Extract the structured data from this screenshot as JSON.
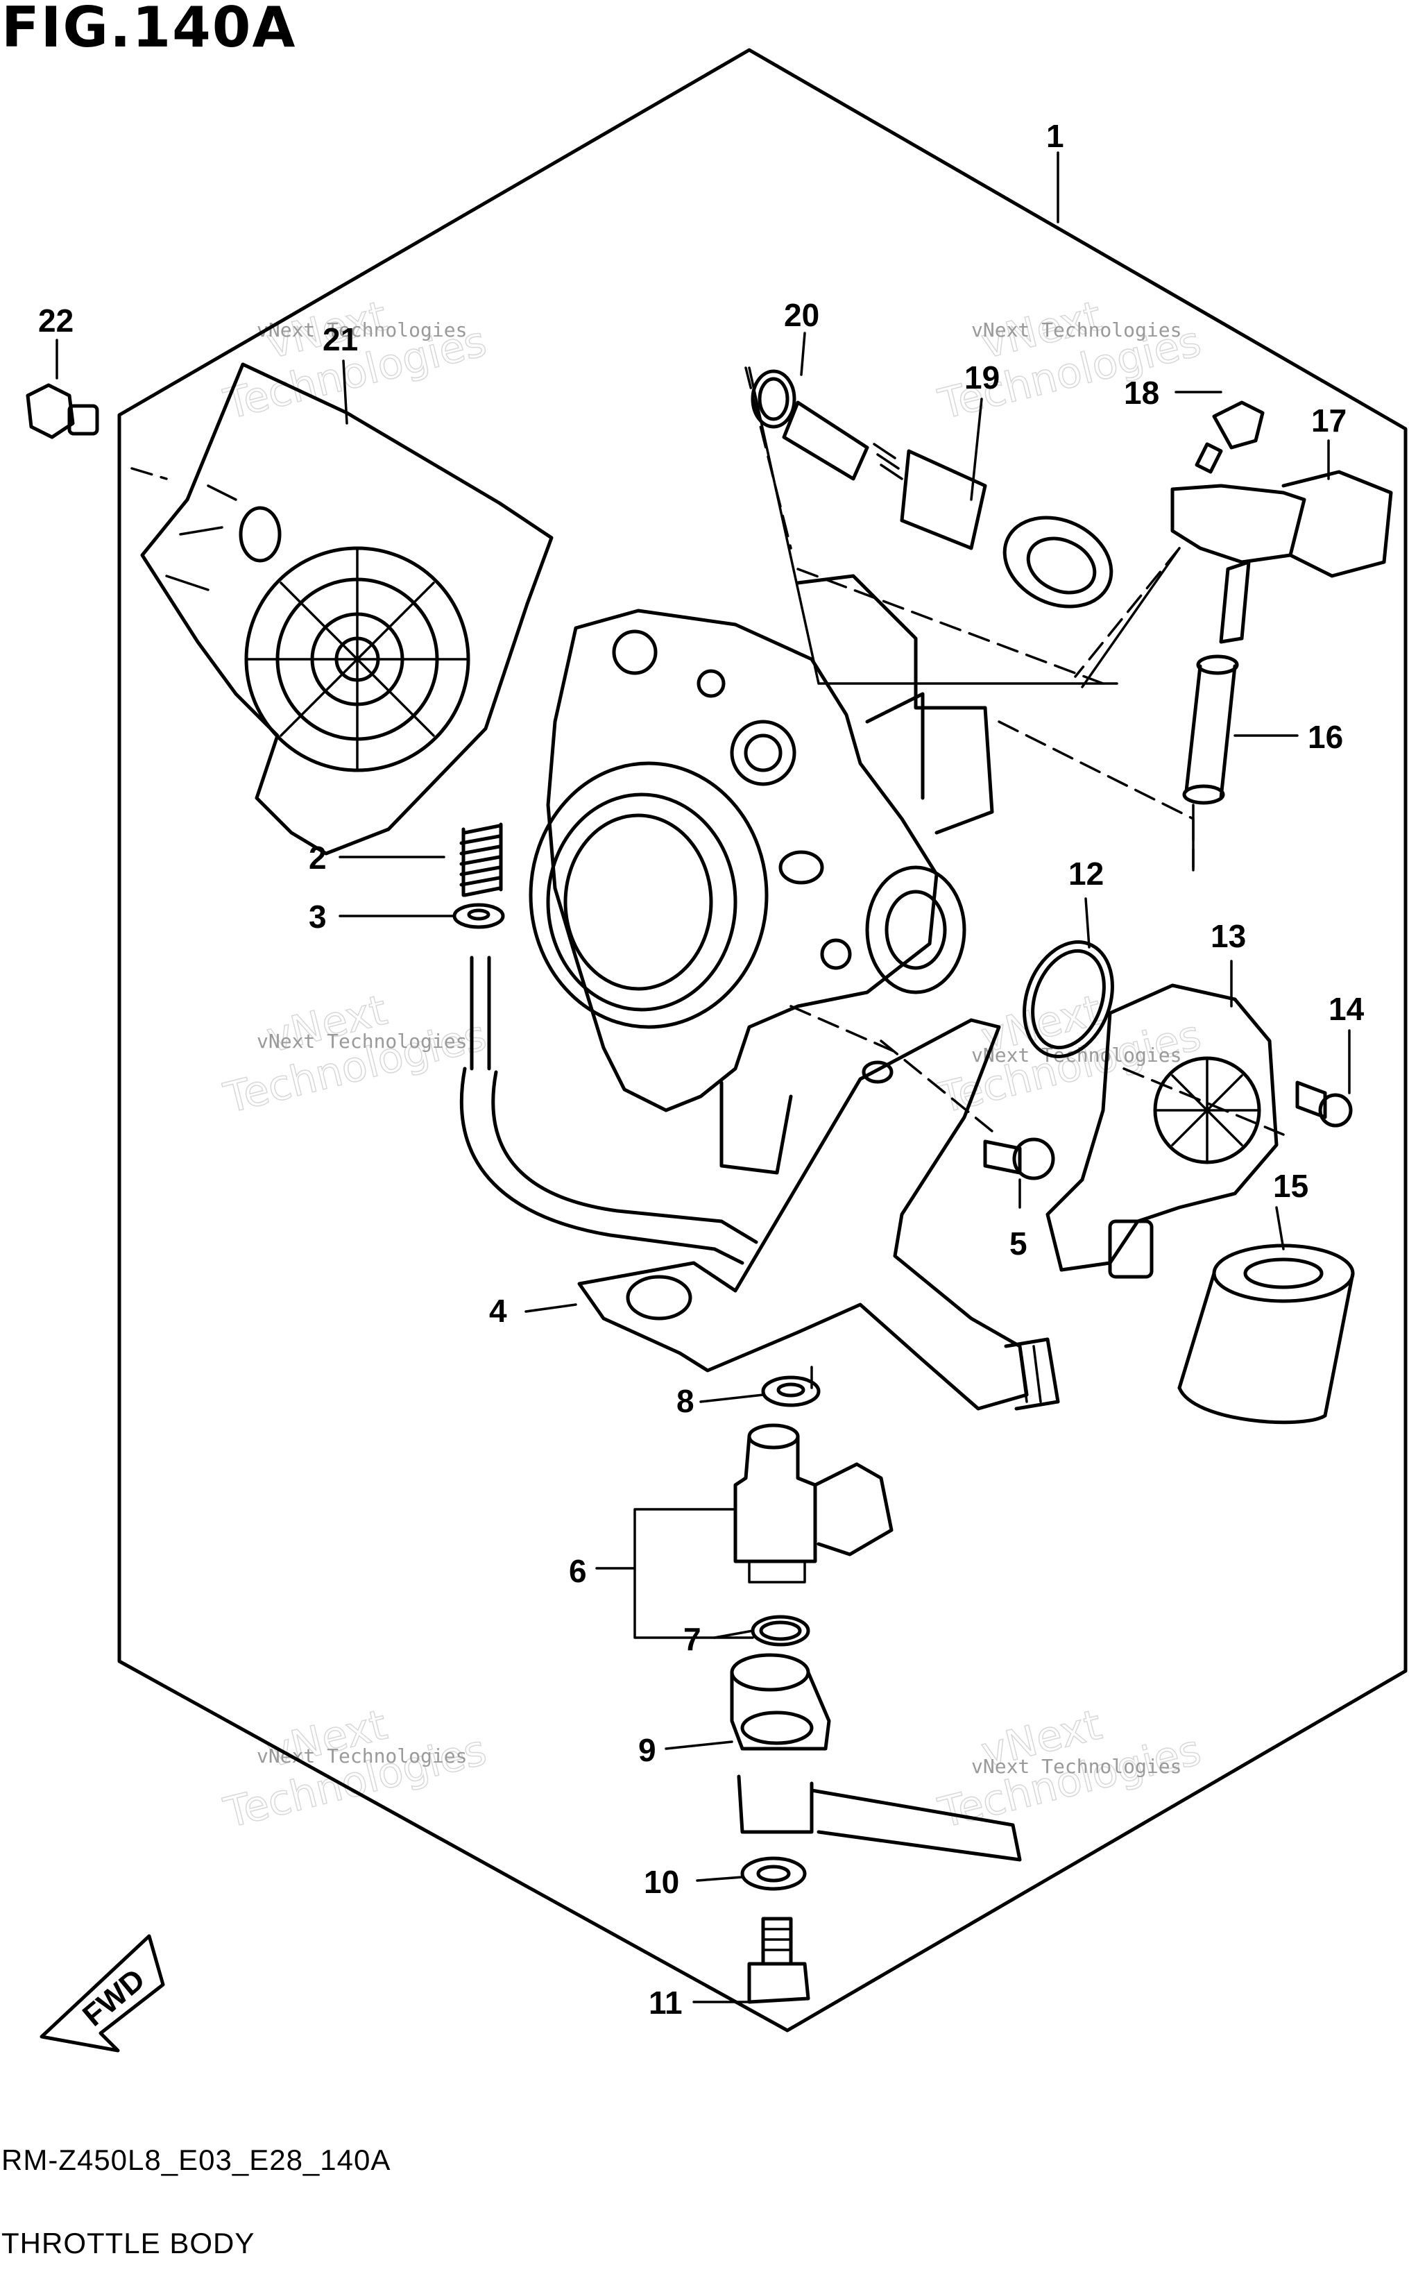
{
  "figure": {
    "title": "FIG.140A",
    "model_code": "RM-Z450L8_E03_E28_140A",
    "section_name": "THROTTLE BODY",
    "forward_marker": "FWD"
  },
  "watermark": {
    "brand_line_1": "vNext",
    "brand_line_2": "Technologies",
    "small_text": "vNext Technologies"
  },
  "callouts": [
    {
      "number": "1"
    },
    {
      "number": "2"
    },
    {
      "number": "3"
    },
    {
      "number": "4"
    },
    {
      "number": "5"
    },
    {
      "number": "6"
    },
    {
      "number": "7"
    },
    {
      "number": "8"
    },
    {
      "number": "9"
    },
    {
      "number": "10"
    },
    {
      "number": "11"
    },
    {
      "number": "12"
    },
    {
      "number": "13"
    },
    {
      "number": "14"
    },
    {
      "number": "15"
    },
    {
      "number": "16"
    },
    {
      "number": "17"
    },
    {
      "number": "18"
    },
    {
      "number": "19"
    },
    {
      "number": "20"
    },
    {
      "number": "21"
    },
    {
      "number": "22"
    }
  ]
}
